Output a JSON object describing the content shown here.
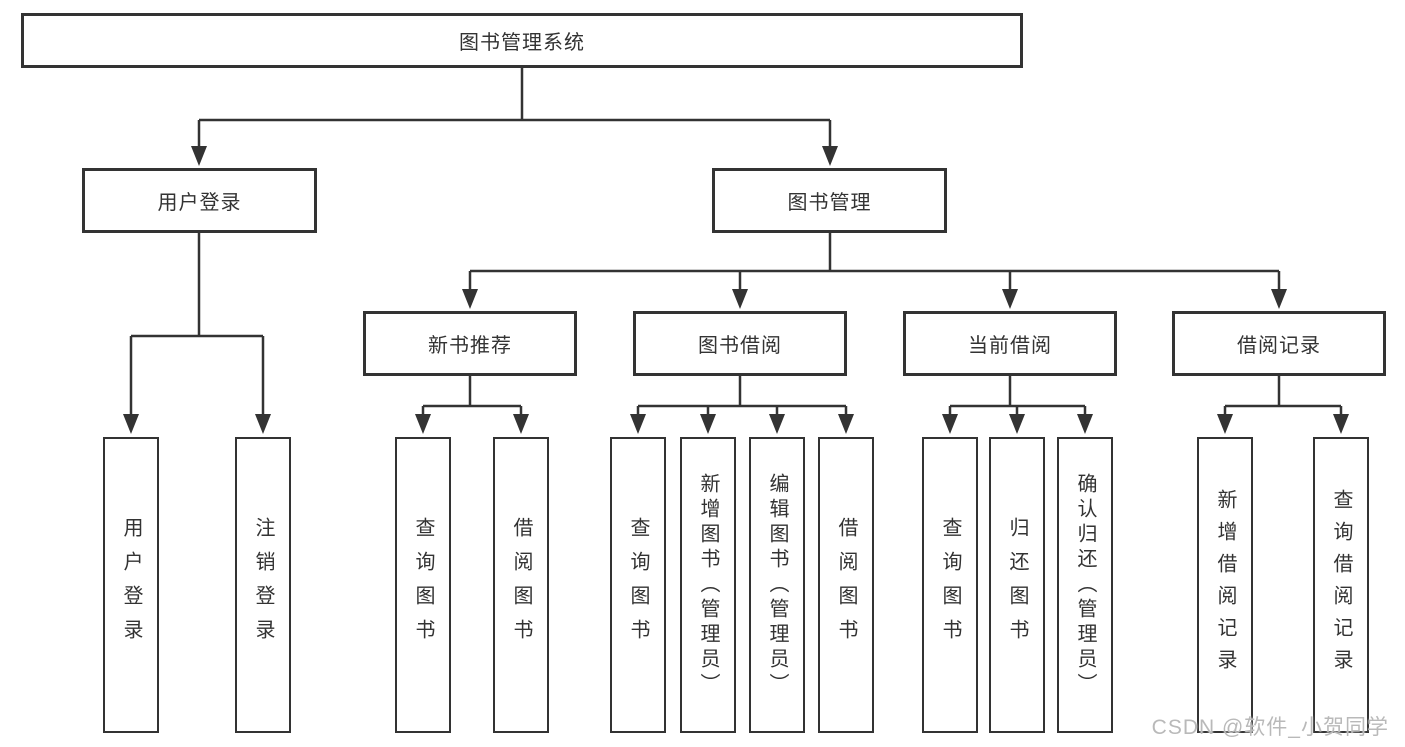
{
  "diagram": {
    "root": {
      "label": "图书管理系统"
    },
    "branches": [
      {
        "label": "用户登录",
        "children": [
          {
            "label": "用户登录"
          },
          {
            "label": "注销登录"
          }
        ]
      },
      {
        "label": "图书管理",
        "children": [
          {
            "label": "新书推荐",
            "children": [
              {
                "label": "查询图书"
              },
              {
                "label": "借阅图书"
              }
            ]
          },
          {
            "label": "图书借阅",
            "children": [
              {
                "label": "查询图书"
              },
              {
                "label": "新增图书（管理员）"
              },
              {
                "label": "编辑图书（管理员）"
              },
              {
                "label": "借阅图书"
              }
            ]
          },
          {
            "label": "当前借阅",
            "children": [
              {
                "label": "查询图书"
              },
              {
                "label": "归还图书"
              },
              {
                "label": "确认归还（管理员）"
              }
            ]
          },
          {
            "label": "借阅记录",
            "children": [
              {
                "label": "新增借阅记录"
              },
              {
                "label": "查询借阅记录"
              }
            ]
          }
        ]
      }
    ]
  },
  "watermark": {
    "text": "CSDN @软件_小贺同学"
  },
  "colors": {
    "line": "#333333",
    "box_border": "#333333",
    "text": "#333333",
    "watermark": "#b9b9b9",
    "background": "#ffffff"
  }
}
